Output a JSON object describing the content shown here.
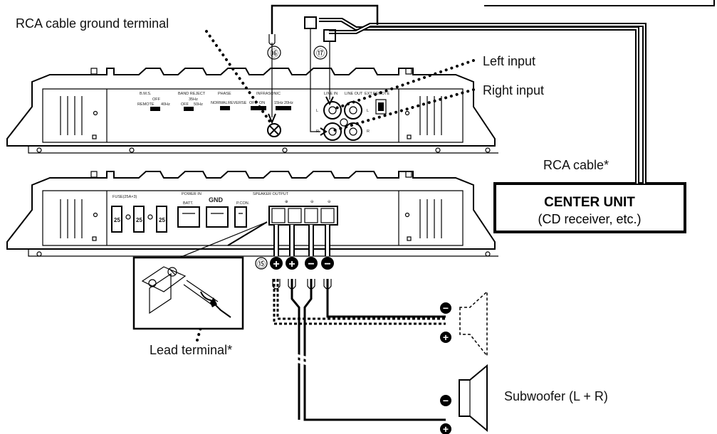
{
  "callouts": {
    "ground_terminal": "RCA cable ground terminal",
    "left_input": "Left input",
    "right_input": "Right input",
    "rca_cable": "RCA cable*",
    "lead_terminal": "Lead terminal*",
    "subwoofer": "Subwoofer (L + R)"
  },
  "center_unit": {
    "title": "CENTER UNIT",
    "subtitle": "(CD receiver, etc.)"
  },
  "step_numbers": {
    "n15": "⑮",
    "n16": "⑯",
    "n17": "⑰"
  },
  "amp_top_panel": {
    "bms": "B.M.S.",
    "bms_off": "OFF",
    "bms_remote": "REMOTE",
    "bms_40hz": "40Hz",
    "band_reject": "BAND REJECT",
    "br_off": "OFF",
    "br_50": "35Hz",
    "br_60": "50Hz",
    "phase": "PHASE",
    "phase_normal": "NORMAL",
    "phase_reverse": "REVERSE",
    "infrasonic": "INFRASONIC",
    "inf_off": "OFF",
    "inf_on": "ON",
    "inf_15": "15Hz",
    "inf_20": "20Hz",
    "line_in": "LINE IN",
    "line_out": "LINE OUT",
    "ext_remote": "EXT.REMOTE",
    "l_mark": "L",
    "r_mark": "R"
  },
  "amp_bottom_panel": {
    "fuse": "FUSE(25A×3)",
    "fuse_value": "25",
    "batt": "BATT.",
    "power_in": "POWER IN",
    "gnd": "GND",
    "pcon": "P.CON.",
    "speaker_output": "SPEAKER OUTPUT",
    "plus": "⊕",
    "minus": "⊖"
  },
  "polarity": {
    "plus": "+",
    "minus": "−"
  },
  "colors": {
    "ink": "#000000",
    "background": "#ffffff"
  }
}
